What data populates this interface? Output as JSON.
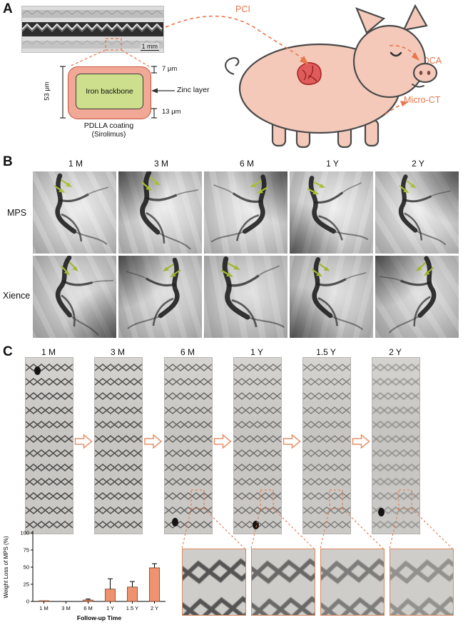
{
  "colors": {
    "accent": "#e8764b",
    "arrow_green": "#aabf3a",
    "bar": "#ee9270"
  },
  "panel_a": {
    "label": "A",
    "scale_bar_label": "1 mm",
    "pci_label": "PCI",
    "qca_label": "QCA",
    "micro_ct_label": "Micro-CT",
    "schematic": {
      "core_label": "Iron backbone",
      "zinc_label": "Zinc layer",
      "coating_line1": "PDLLA coating",
      "coating_line2": "(Sirolimus)",
      "left_dim": "53 μm",
      "top_dim": "7 μm",
      "bottom_dim": "13 μm"
    }
  },
  "panel_b": {
    "label": "B",
    "timepoints": [
      "1 M",
      "3 M",
      "6 M",
      "1 Y",
      "2 Y"
    ],
    "row_labels": [
      "MPS",
      "Xience"
    ]
  },
  "panel_c": {
    "label": "C",
    "timepoints": [
      "1 M",
      "3 M",
      "6 M",
      "1 Y",
      "1.5 Y",
      "2 Y"
    ]
  },
  "chart_data": {
    "type": "bar",
    "title": "",
    "categories": [
      "1 M",
      "3 M",
      "6 M",
      "1 Y",
      "1.5 Y",
      "2 Y"
    ],
    "values": [
      1,
      0,
      2,
      18,
      21,
      49
    ],
    "errors": [
      0,
      0,
      1.5,
      15,
      8,
      6
    ],
    "xlabel": "Follow-up Time",
    "ylabel": "Weight Loss of MPS (%)",
    "ylim": [
      0,
      100
    ],
    "yticks": [
      0,
      25,
      50,
      75,
      100
    ],
    "bar_color": "#ee9270",
    "grid": false,
    "legend_position": "none"
  }
}
